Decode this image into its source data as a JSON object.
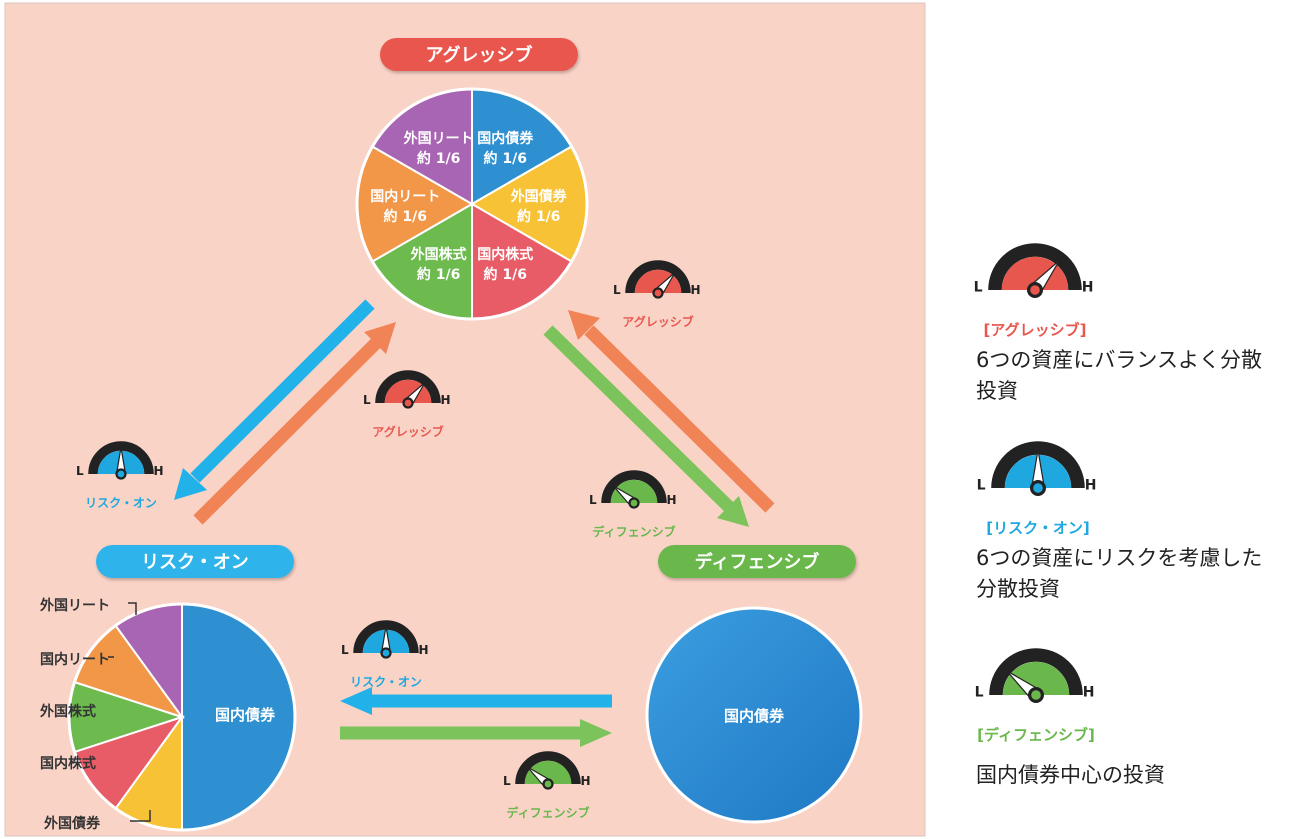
{
  "modes": {
    "aggressive": {
      "name": "アグレッシブ",
      "legend_name": "[アグレッシブ]",
      "color": "#e8574e",
      "needle": 0.72
    },
    "risk_on": {
      "name": "リスク・オン",
      "legend_name": "[リスク・オン]",
      "color": "#1fa8e0",
      "needle": 0.5
    },
    "defensive": {
      "name": "ディフェンシブ",
      "legend_name": "[ディフェンシブ]",
      "color": "#6ab74c",
      "needle": 0.22
    }
  },
  "gauge": {
    "low": "L",
    "high": "H"
  },
  "pie_aggressive": {
    "slices": [
      {
        "key": "domestic_bond",
        "label_line1": "国内債券",
        "label_line2": "約 1/6",
        "value": 1,
        "color": "#2e8fd1"
      },
      {
        "key": "foreign_bond",
        "label_line1": "外国債券",
        "label_line2": "約 1/6",
        "value": 1,
        "color": "#f7c235"
      },
      {
        "key": "domestic_stock",
        "label_line1": "国内株式",
        "label_line2": "約 1/6",
        "value": 1,
        "color": "#e85c68"
      },
      {
        "key": "foreign_stock",
        "label_line1": "外国株式",
        "label_line2": "約 1/6",
        "value": 1,
        "color": "#6dba4f"
      },
      {
        "key": "domestic_reit",
        "label_line1": "国内リート",
        "label_line2": "約 1/6",
        "value": 1,
        "color": "#f29748"
      },
      {
        "key": "foreign_reit",
        "label_line1": "外国リート",
        "label_line2": "約 1/6",
        "value": 1,
        "color": "#a865b3"
      }
    ]
  },
  "pie_risk_on": {
    "slices": [
      {
        "key": "domestic_bond",
        "label": "国内債券",
        "value": 0.5,
        "color": "#2e8fd1"
      },
      {
        "key": "foreign_bond",
        "label": "外国債券",
        "value": 0.1,
        "color": "#f7c235"
      },
      {
        "key": "domestic_stock",
        "label": "国内株式",
        "value": 0.1,
        "color": "#e85c68"
      },
      {
        "key": "foreign_stock",
        "label": "外国株式",
        "value": 0.1,
        "color": "#6dba4f"
      },
      {
        "key": "domestic_reit",
        "label": "国内リート",
        "value": 0.1,
        "color": "#f29748"
      },
      {
        "key": "foreign_reit",
        "label": "外国リート",
        "value": 0.1,
        "color": "#a865b3"
      }
    ]
  },
  "pie_defensive": {
    "label": "国内債券",
    "color": "#2e8fd1"
  },
  "legend": [
    {
      "key": "aggressive",
      "lines": [
        "6つの資産にバランスよく分散",
        "投資"
      ]
    },
    {
      "key": "risk_on",
      "lines": [
        "6つの資産にリスクを考慮した",
        "分散投資"
      ]
    },
    {
      "key": "defensive",
      "lines": [
        "国内債券中心の投資"
      ]
    }
  ],
  "colors": {
    "panel_bg": "#fad3c7",
    "panel_border": "#d9c4be",
    "gauge_dark": "#222222"
  }
}
